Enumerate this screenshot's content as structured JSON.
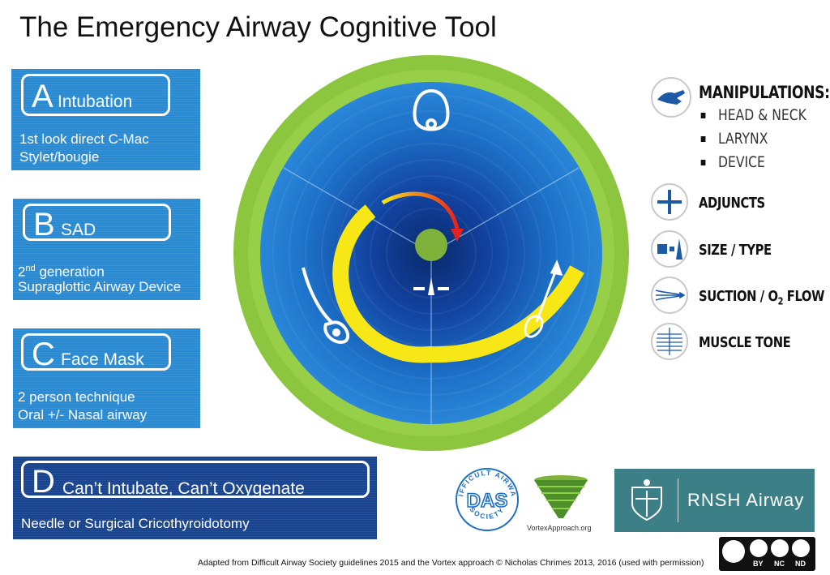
{
  "title": "The Emergency Airway Cognitive Tool",
  "cards": [
    {
      "letter": "A",
      "label": "Intubation",
      "lines": [
        "1st look direct C-Mac",
        "Stylet/bougie"
      ]
    },
    {
      "letter": "B",
      "label": "SAD",
      "line1_main": "2",
      "line1_sup": "nd",
      "line1_rest": " generation",
      "line2": "Supraglottic Airway Device"
    },
    {
      "letter": "C",
      "label": "Face Mask",
      "lines": [
        "2 person technique",
        "Oral +/- Nasal airway"
      ]
    },
    {
      "letter": "D",
      "label": "Can’t Intubate, Can’t Oxygenate",
      "lines": [
        "Needle or Surgical Cricothyroidotomy"
      ]
    }
  ],
  "legend": {
    "manipulations": {
      "label": "MANIPULATIONS:",
      "items": [
        "HEAD & NECK",
        "LARYNX",
        "DEVICE"
      ],
      "icon": "hand-icon"
    },
    "adjuncts": {
      "label": "ADJUNCTS",
      "icon": "plus-icon"
    },
    "size_type": {
      "label": "SIZE / TYPE",
      "icon": "size-type-icon"
    },
    "suction": {
      "label_a": "SUCTION / O",
      "label_sub": "2",
      "label_b": " FLOW",
      "icon": "suction-icon"
    },
    "muscle_tone": {
      "label": "MUSCLE TONE",
      "icon": "muscle-icon"
    }
  },
  "logos": {
    "das_top": "DIFFICULT AIRWAY",
    "das_center": "DAS",
    "das_bottom": "SOCIETY",
    "vortex_caption": "VortexApproach.org",
    "rnsh": "RNSH Airway",
    "cc_labels": [
      "BY",
      "NC",
      "ND"
    ]
  },
  "footer": "Adapted from Difficult Airway Society guidelines 2015 and the Vortex approach © Nicholas Chrimes 2013, 2016 (used with permission)",
  "colors": {
    "card_blue": "#2a8ad1",
    "card_dark": "#17438f",
    "ring_green": "#8cc63f",
    "vortex_blue": "#1b5fb0",
    "yellow": "#f7e716"
  }
}
